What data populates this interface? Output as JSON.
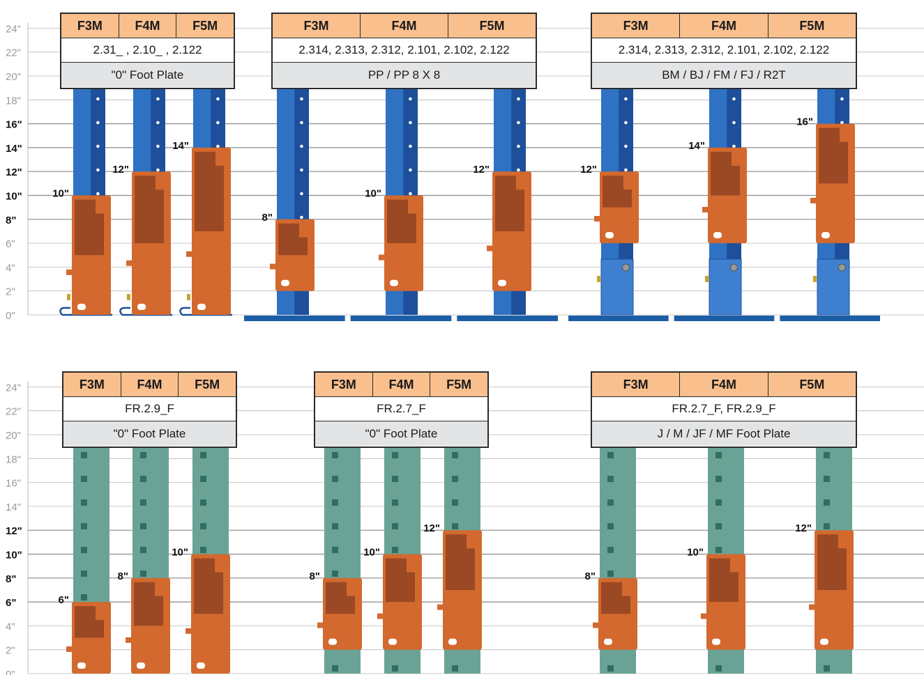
{
  "colors": {
    "grid": "#b7b7b7",
    "label_light": "#9a9a9a",
    "label_dark": "#111111",
    "blue_post": "#2f72c4",
    "blue_post_dark": "#1d4f9a",
    "blue_base": "#1c5ea6",
    "green_post": "#6aa395",
    "green_slot": "#2f6e60",
    "orange": "#d3692e",
    "orange_dark": "#9b4824",
    "header_orange": "#f9c08e",
    "header_grey": "#e3e4e6"
  },
  "axis": {
    "unit": "\"",
    "ticks": [
      "0\"",
      "2\"",
      "4\"",
      "6\"",
      "8\"",
      "10\"",
      "12\"",
      "14\"",
      "16\"",
      "18\"",
      "20\"",
      "22\"",
      "24\""
    ]
  },
  "panels": [
    {
      "bold_ticks": [
        "8\"",
        "10\"",
        "12\"",
        "14\"",
        "16\""
      ],
      "post_style": "blue",
      "groups": [
        {
          "models": [
            "F3M",
            "F4M",
            "F5M"
          ],
          "codes": "2.31_ , 2.10_ , 2.122",
          "plate": "\"0\" Foot Plate",
          "base": "hook",
          "guards": [
            {
              "model": "F3M",
              "height": 10,
              "label": "10\""
            },
            {
              "model": "F4M",
              "height": 12,
              "label": "12\""
            },
            {
              "model": "F5M",
              "height": 14,
              "label": "14\""
            }
          ]
        },
        {
          "models": [
            "F3M",
            "F4M",
            "F5M"
          ],
          "codes": "2.314, 2.313, 2.312, 2.101, 2.102, 2.122",
          "plate": "PP / PP 8 X 8",
          "base": "plate",
          "guards": [
            {
              "model": "F3M",
              "height": 8,
              "label": "8\""
            },
            {
              "model": "F4M",
              "height": 10,
              "label": "10\""
            },
            {
              "model": "F5M",
              "height": 12,
              "label": "12\""
            }
          ]
        },
        {
          "models": [
            "F3M",
            "F4M",
            "F5M"
          ],
          "codes": "2.314, 2.313, 2.312, 2.101, 2.102, 2.122",
          "plate": "BM / BJ / FM / FJ / R2T",
          "base": "boxed-plate",
          "guards": [
            {
              "model": "F3M",
              "height": 12,
              "label": "12\""
            },
            {
              "model": "F4M",
              "height": 14,
              "label": "14\""
            },
            {
              "model": "F5M",
              "height": 16,
              "label": "16\""
            }
          ]
        }
      ]
    },
    {
      "bold_ticks": [
        "6\"",
        "8\"",
        "10\"",
        "12\""
      ],
      "post_style": "green",
      "groups": [
        {
          "models": [
            "F3M",
            "F4M",
            "F5M"
          ],
          "codes": "FR.2.9_F",
          "plate": "\"0\" Foot Plate",
          "base": "none",
          "guards": [
            {
              "model": "F3M",
              "height": 6,
              "label": "6\""
            },
            {
              "model": "F4M",
              "height": 8,
              "label": "8\""
            },
            {
              "model": "F5M",
              "height": 10,
              "label": "10\""
            }
          ]
        },
        {
          "models": [
            "F3M",
            "F4M",
            "F5M"
          ],
          "codes": "FR.2.7_F",
          "plate": "\"0\" Foot Plate",
          "base": "raised",
          "guards": [
            {
              "model": "F3M",
              "height": 8,
              "label": "8\""
            },
            {
              "model": "F4M",
              "height": 10,
              "label": "10\""
            },
            {
              "model": "F5M",
              "height": 12,
              "label": "12\""
            }
          ]
        },
        {
          "models": [
            "F3M",
            "F4M",
            "F5M"
          ],
          "codes": "FR.2.7_F, FR.2.9_F",
          "plate": "J / M / JF / MF Foot Plate",
          "base": "raised",
          "guards": [
            {
              "model": "F3M",
              "height": 8,
              "label": "8\""
            },
            {
              "model": "F4M",
              "height": 10,
              "label": "10\""
            },
            {
              "model": "F5M",
              "height": 12,
              "label": "12\""
            }
          ]
        }
      ]
    }
  ]
}
